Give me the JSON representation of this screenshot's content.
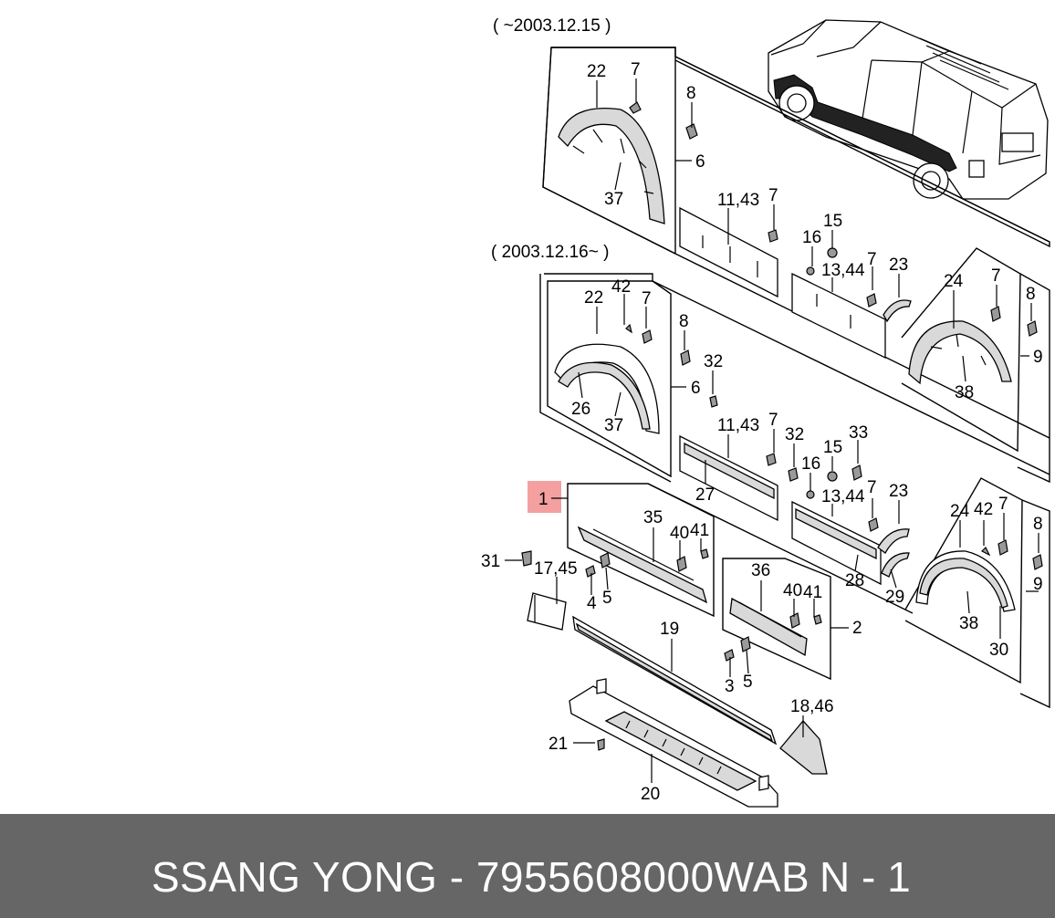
{
  "diagram": {
    "period_old": "( ~2003.12.15 )",
    "period_new": "( 2003.12.16~ )",
    "highlight_color": "#f4a0a0",
    "callouts": {
      "old": [
        "22",
        "7",
        "8",
        "6",
        "37",
        "11,43",
        "7",
        "15",
        "16",
        "13,44",
        "7",
        "23",
        "24",
        "7",
        "8",
        "9",
        "38"
      ],
      "new": [
        "22",
        "42",
        "7",
        "8",
        "6",
        "32",
        "26",
        "37",
        "11,43",
        "7",
        "32",
        "33",
        "15",
        "16",
        "27",
        "13,44",
        "7",
        "23",
        "24",
        "42",
        "7",
        "8",
        "9",
        "28",
        "29",
        "38",
        "30"
      ],
      "assembly": [
        "1",
        "35",
        "40",
        "41",
        "31",
        "17,45",
        "4",
        "5",
        "36",
        "40",
        "41",
        "2",
        "19",
        "3",
        "5",
        "18,46",
        "21",
        "20"
      ]
    }
  },
  "footer": {
    "brand_part": "SSANG YONG - 7955608000WAB",
    "page": "N - 1",
    "background": "#666666"
  }
}
